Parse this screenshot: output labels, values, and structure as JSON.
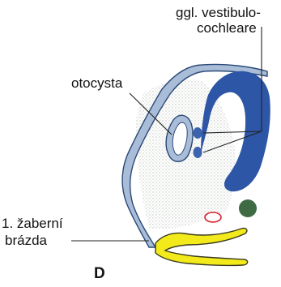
{
  "labels": {
    "ggl_line1": "ggl. vestibulo-",
    "ggl_line2": "cochleare",
    "otocysta": "otocysta",
    "gill_line1": "1. žaberní",
    "gill_line2": "brázda",
    "panel": "D"
  },
  "colors": {
    "ectoderm_outline": "#2b4a77",
    "ectoderm_fill": "#a9bdd8",
    "mesenchyme_dots": "#c7cfc7",
    "neural_tube": "#2e56a6",
    "ganglion": "#3c63ae",
    "notochord": "#3e6b44",
    "vessel": "#d6242b",
    "pharyngeal_pouch_fill": "#f2ea1a",
    "pharyngeal_pouch_outline": "#3a3a22",
    "leader_lines": "#222222"
  }
}
